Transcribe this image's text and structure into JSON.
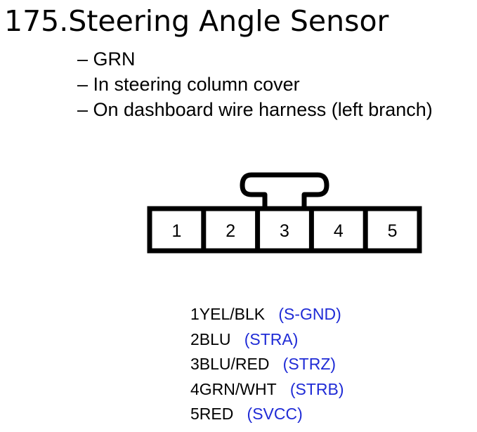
{
  "header": {
    "number": "175.",
    "title": "Steering Angle Sensor"
  },
  "notes": [
    "– GRN",
    "– In steering column cover",
    "– On dashboard wire harness (left branch)"
  ],
  "connector": {
    "pins": [
      "1",
      "2",
      "3",
      "4",
      "5"
    ]
  },
  "pinout": [
    {
      "pin": "1",
      "wire": "YEL/BLK",
      "signal": "(S-GND)"
    },
    {
      "pin": "2",
      "wire": "BLU",
      "signal": "(STRA)"
    },
    {
      "pin": "3",
      "wire": "BLU/RED",
      "signal": "(STRZ)"
    },
    {
      "pin": "4",
      "wire": "GRN/WHT",
      "signal": "(STRB)"
    },
    {
      "pin": "5",
      "wire": "RED",
      "signal": "(SVCC)"
    }
  ],
  "colors": {
    "text": "#000000",
    "signal": "#1f2bd6",
    "background": "#ffffff"
  }
}
